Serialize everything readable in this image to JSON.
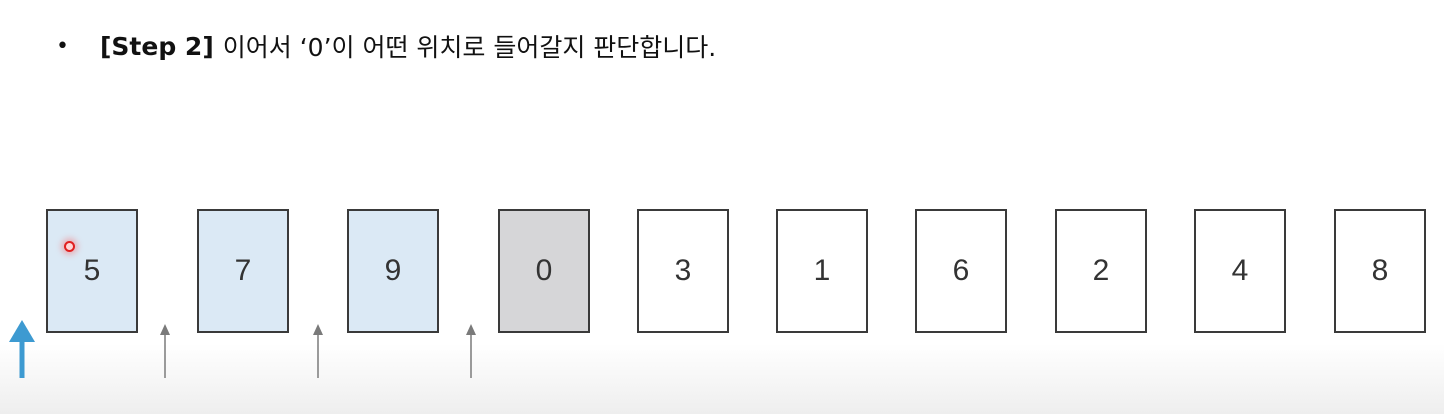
{
  "heading": {
    "bullet": "•",
    "step_label": "[Step 2]",
    "text": "이어서 ‘0’이 어떤 위치로 들어갈지 판단합니다."
  },
  "cards": [
    {
      "value": "5",
      "state": "sorted"
    },
    {
      "value": "7",
      "state": "sorted"
    },
    {
      "value": "9",
      "state": "sorted"
    },
    {
      "value": "0",
      "state": "current"
    },
    {
      "value": "3",
      "state": "unsorted"
    },
    {
      "value": "1",
      "state": "unsorted"
    },
    {
      "value": "6",
      "state": "unsorted"
    },
    {
      "value": "2",
      "state": "unsorted"
    },
    {
      "value": "4",
      "state": "unsorted"
    },
    {
      "value": "8",
      "state": "unsorted"
    }
  ],
  "colors": {
    "sorted": "#dbe9f5",
    "current": "#d6d6d8",
    "unsorted": "#ffffff",
    "selected_arrow": "#3d9ad1",
    "candidate_arrow": "#7a7a7a"
  },
  "insertion_positions": {
    "selected": 0,
    "candidates": [
      1,
      2,
      3
    ]
  }
}
